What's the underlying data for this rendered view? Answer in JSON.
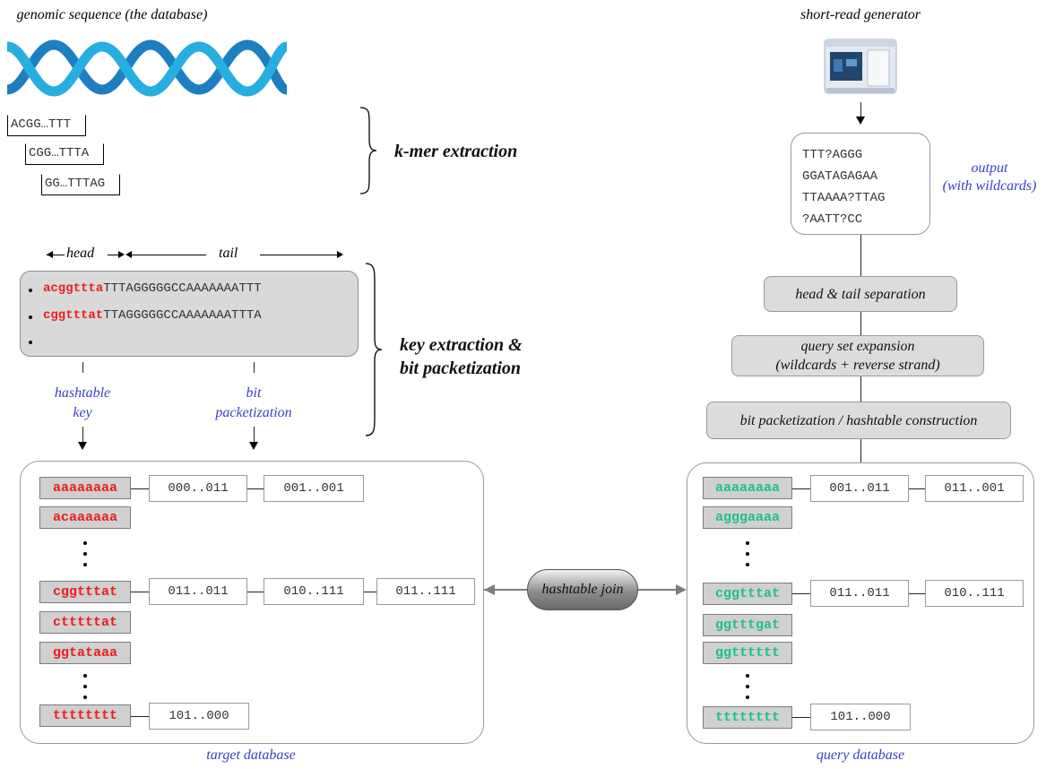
{
  "left": {
    "genome_caption": "genomic sequence (the database)",
    "kmers": [
      "ACGG…TTT",
      "CGG…TTTA",
      "GG…TTTAG"
    ],
    "kmer_stage_label": "k-mer extraction",
    "head_label": "head",
    "tail_label": "tail",
    "records": [
      {
        "head": "acggttta",
        "tail": "TTTAGGGGGCCAAAAAAATTT"
      },
      {
        "head": "cggtttat",
        "tail": "TTAGGGGGCCAAAAAAATTTA"
      }
    ],
    "key_stage_label_line1": "key extraction &",
    "key_stage_label_line2": "bit packetization",
    "hashtable_key_line1": "hashtable",
    "hashtable_key_line2": "key",
    "bit_pack_line1": "bit",
    "bit_pack_line2": "packetization",
    "db_caption": "target database",
    "rows": [
      {
        "key": "aaaaaaaa",
        "cells": [
          "000..011",
          "001..001"
        ]
      },
      {
        "key": "acaaaaaa",
        "cells": []
      },
      {
        "key": "cggtttat",
        "cells": [
          "011..011",
          "010..111",
          "011..111"
        ]
      },
      {
        "key": "ctttttat",
        "cells": []
      },
      {
        "key": "ggtataaa",
        "cells": []
      },
      {
        "key": "tttttttt",
        "cells": [
          "101..000"
        ]
      }
    ]
  },
  "center": {
    "join_label": "hashtable join"
  },
  "right": {
    "generator_caption": "short-read generator",
    "reads": [
      "TTT?AGGG",
      "GGATAGAGAA",
      "TTAAAA?TTAG",
      "?AATT?CC"
    ],
    "output_label_line1": "output",
    "output_label_line2": "(with wildcards)",
    "step_head_tail": "head & tail separation",
    "step_expansion_line1": "query set expansion",
    "step_expansion_line2": "(wildcards +  reverse strand)",
    "step_bitpack": "bit packetization / hashtable construction",
    "db_caption": "query database",
    "rows": [
      {
        "key": "aaaaaaaa",
        "cells": [
          "001..011",
          "011..001"
        ]
      },
      {
        "key": "agggaaaa",
        "cells": []
      },
      {
        "key": "cggtttat",
        "cells": [
          "011..011",
          "010..111"
        ]
      },
      {
        "key": "ggtttgat",
        "cells": []
      },
      {
        "key": "ggtttttt",
        "cells": []
      },
      {
        "key": "tttttttt",
        "cells": [
          "101..000"
        ]
      }
    ]
  },
  "colors": {
    "target_key": "#ee1c1c",
    "query_key": "#1ebf8c",
    "annotation_blue": "#3c3fc4",
    "box_grey": "#d9d9d9"
  },
  "icons": [
    "dna-helix-icon",
    "sequencer-machine-icon"
  ]
}
